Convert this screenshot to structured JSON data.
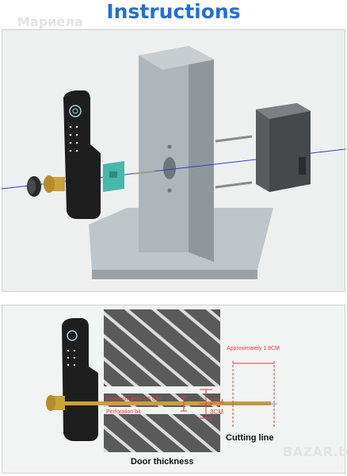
{
  "title": "Instructions",
  "watermark": "Мариела",
  "brand_logo": "BAZAR.bg",
  "bottom_labels": {
    "approx_18": "Approximately 1.8CM",
    "approx_15": "Approximately 1.5 CM",
    "perforation": "Perforation bit",
    "cm_upper": "3CM",
    "cm_lower": "3CM",
    "cutting_line": "Cutting line",
    "door_thickness": "Door thickness"
  },
  "colors": {
    "title": "#1f6fd6",
    "dimension_red": "#e23b3b",
    "gold": "#c9a23a",
    "lock_body": "#1e1e1e",
    "door": "#a9b1b5",
    "teal_plate": "#48b8a8"
  },
  "icons": [
    "fingerprint-sensor-icon",
    "keypad-icon",
    "knob-icon"
  ]
}
